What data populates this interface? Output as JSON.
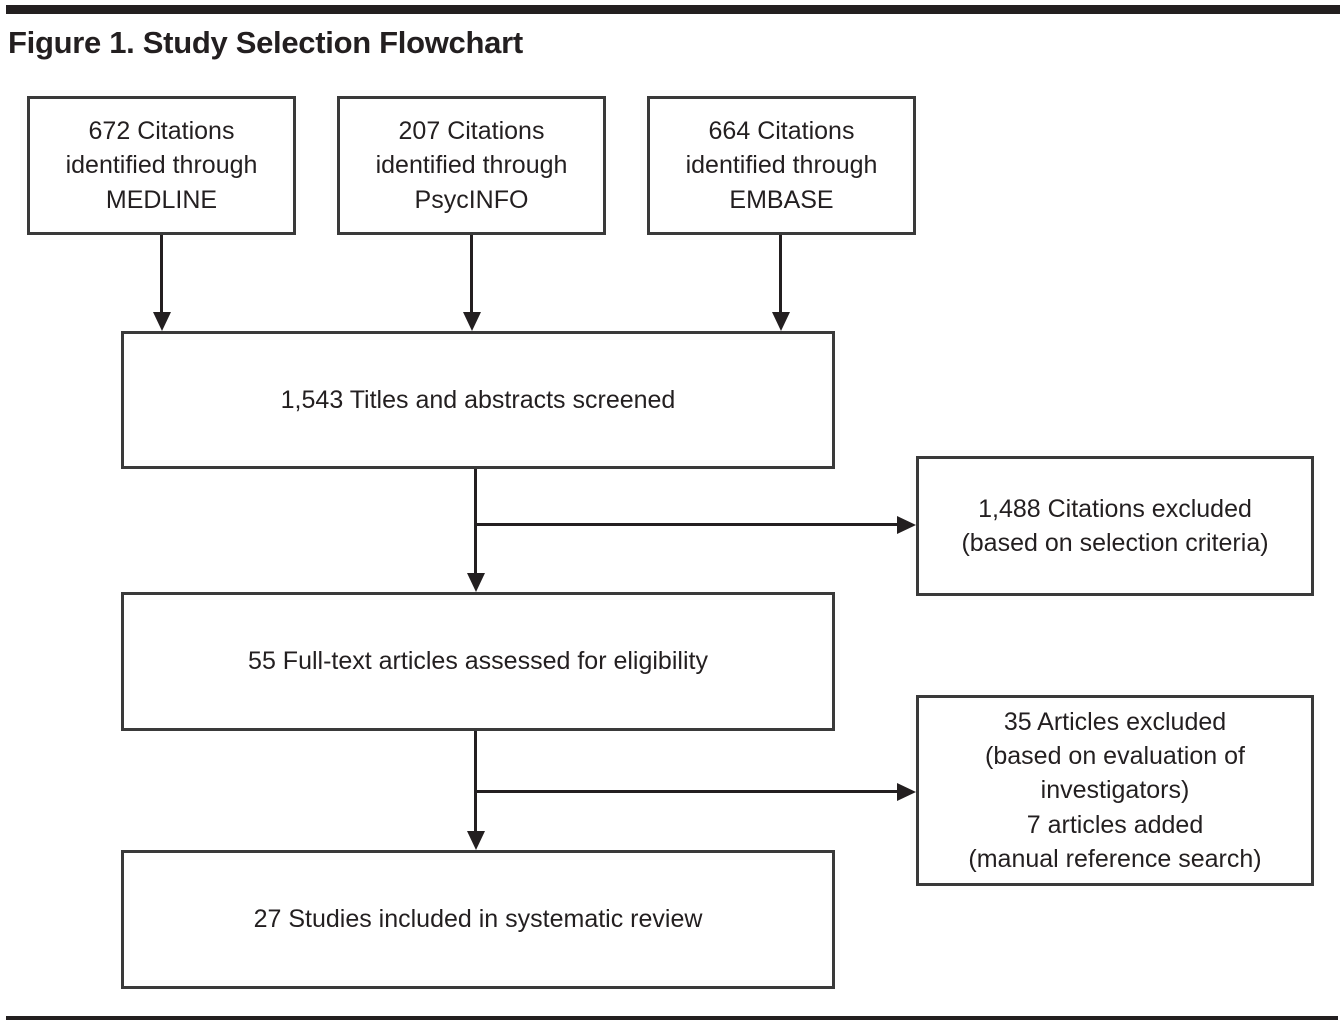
{
  "figure": {
    "title": "Figure 1. Study Selection Flowchart",
    "colors": {
      "ink": "#231f20",
      "box_border": "#3a3a3a",
      "background": "#ffffff"
    }
  },
  "chart_data": {
    "type": "diagram",
    "title": "Figure 1. Study Selection Flowchart",
    "nodes": [
      {
        "id": "medline",
        "label": "672 Citations identified through MEDLINE",
        "count": 672,
        "lines": [
          "672 Citations",
          "identified through",
          "MEDLINE"
        ]
      },
      {
        "id": "psycinfo",
        "label": "207 Citations identified through PsycINFO",
        "count": 207,
        "lines": [
          "207 Citations",
          "identified through",
          "PsycINFO"
        ]
      },
      {
        "id": "embase",
        "label": "664 Citations identified through EMBASE",
        "count": 664,
        "lines": [
          "664 Citations",
          "identified through",
          "EMBASE"
        ]
      },
      {
        "id": "screened",
        "label": "1,543 Titles and abstracts screened",
        "count": 1543,
        "lines": [
          "1,543 Titles and abstracts screened"
        ]
      },
      {
        "id": "excluded-citations",
        "label": "1,488 Citations excluded (based on selection criteria)",
        "count": 1488,
        "lines": [
          "1,488 Citations excluded",
          "(based on selection criteria)"
        ]
      },
      {
        "id": "fulltext",
        "label": "55 Full-text articles assessed for eligibility",
        "count": 55,
        "lines": [
          "55 Full-text articles assessed for eligibility"
        ]
      },
      {
        "id": "excluded-articles",
        "label": "35 Articles excluded (based on evaluation of investigators) 7 articles added (manual reference search)",
        "count": 35,
        "added": 7,
        "lines": [
          "35 Articles excluded",
          "(based on evaluation of",
          "investigators)",
          "7 articles added",
          "(manual reference search)"
        ]
      },
      {
        "id": "included",
        "label": "27 Studies included in systematic review",
        "count": 27,
        "lines": [
          "27 Studies included in systematic review"
        ]
      }
    ],
    "edges": [
      {
        "from": "medline",
        "to": "screened",
        "direction": "down"
      },
      {
        "from": "psycinfo",
        "to": "screened",
        "direction": "down"
      },
      {
        "from": "embase",
        "to": "screened",
        "direction": "down"
      },
      {
        "from": "screened",
        "to": "fulltext",
        "direction": "down"
      },
      {
        "from": "screened",
        "to": "excluded-citations",
        "direction": "right"
      },
      {
        "from": "fulltext",
        "to": "included",
        "direction": "down"
      },
      {
        "from": "fulltext",
        "to": "excluded-articles",
        "direction": "right"
      }
    ]
  },
  "boxes": {
    "medline": {
      "line1": "672 Citations",
      "line2": "identified through",
      "line3": "MEDLINE"
    },
    "psycinfo": {
      "line1": "207 Citations",
      "line2": "identified through",
      "line3": "PsycINFO"
    },
    "embase": {
      "line1": "664 Citations",
      "line2": "identified through",
      "line3": "EMBASE"
    },
    "screened": {
      "line1": "1,543 Titles and abstracts screened"
    },
    "excluded_citations": {
      "line1": "1,488 Citations excluded",
      "line2": "(based on selection criteria)"
    },
    "fulltext": {
      "line1": "55 Full-text articles assessed for eligibility"
    },
    "excluded_articles": {
      "line1": "35 Articles excluded",
      "line2": "(based on evaluation of",
      "line3": "investigators)",
      "line4": "7 articles added",
      "line5": "(manual reference search)"
    },
    "included": {
      "line1": "27 Studies included in systematic review"
    }
  }
}
